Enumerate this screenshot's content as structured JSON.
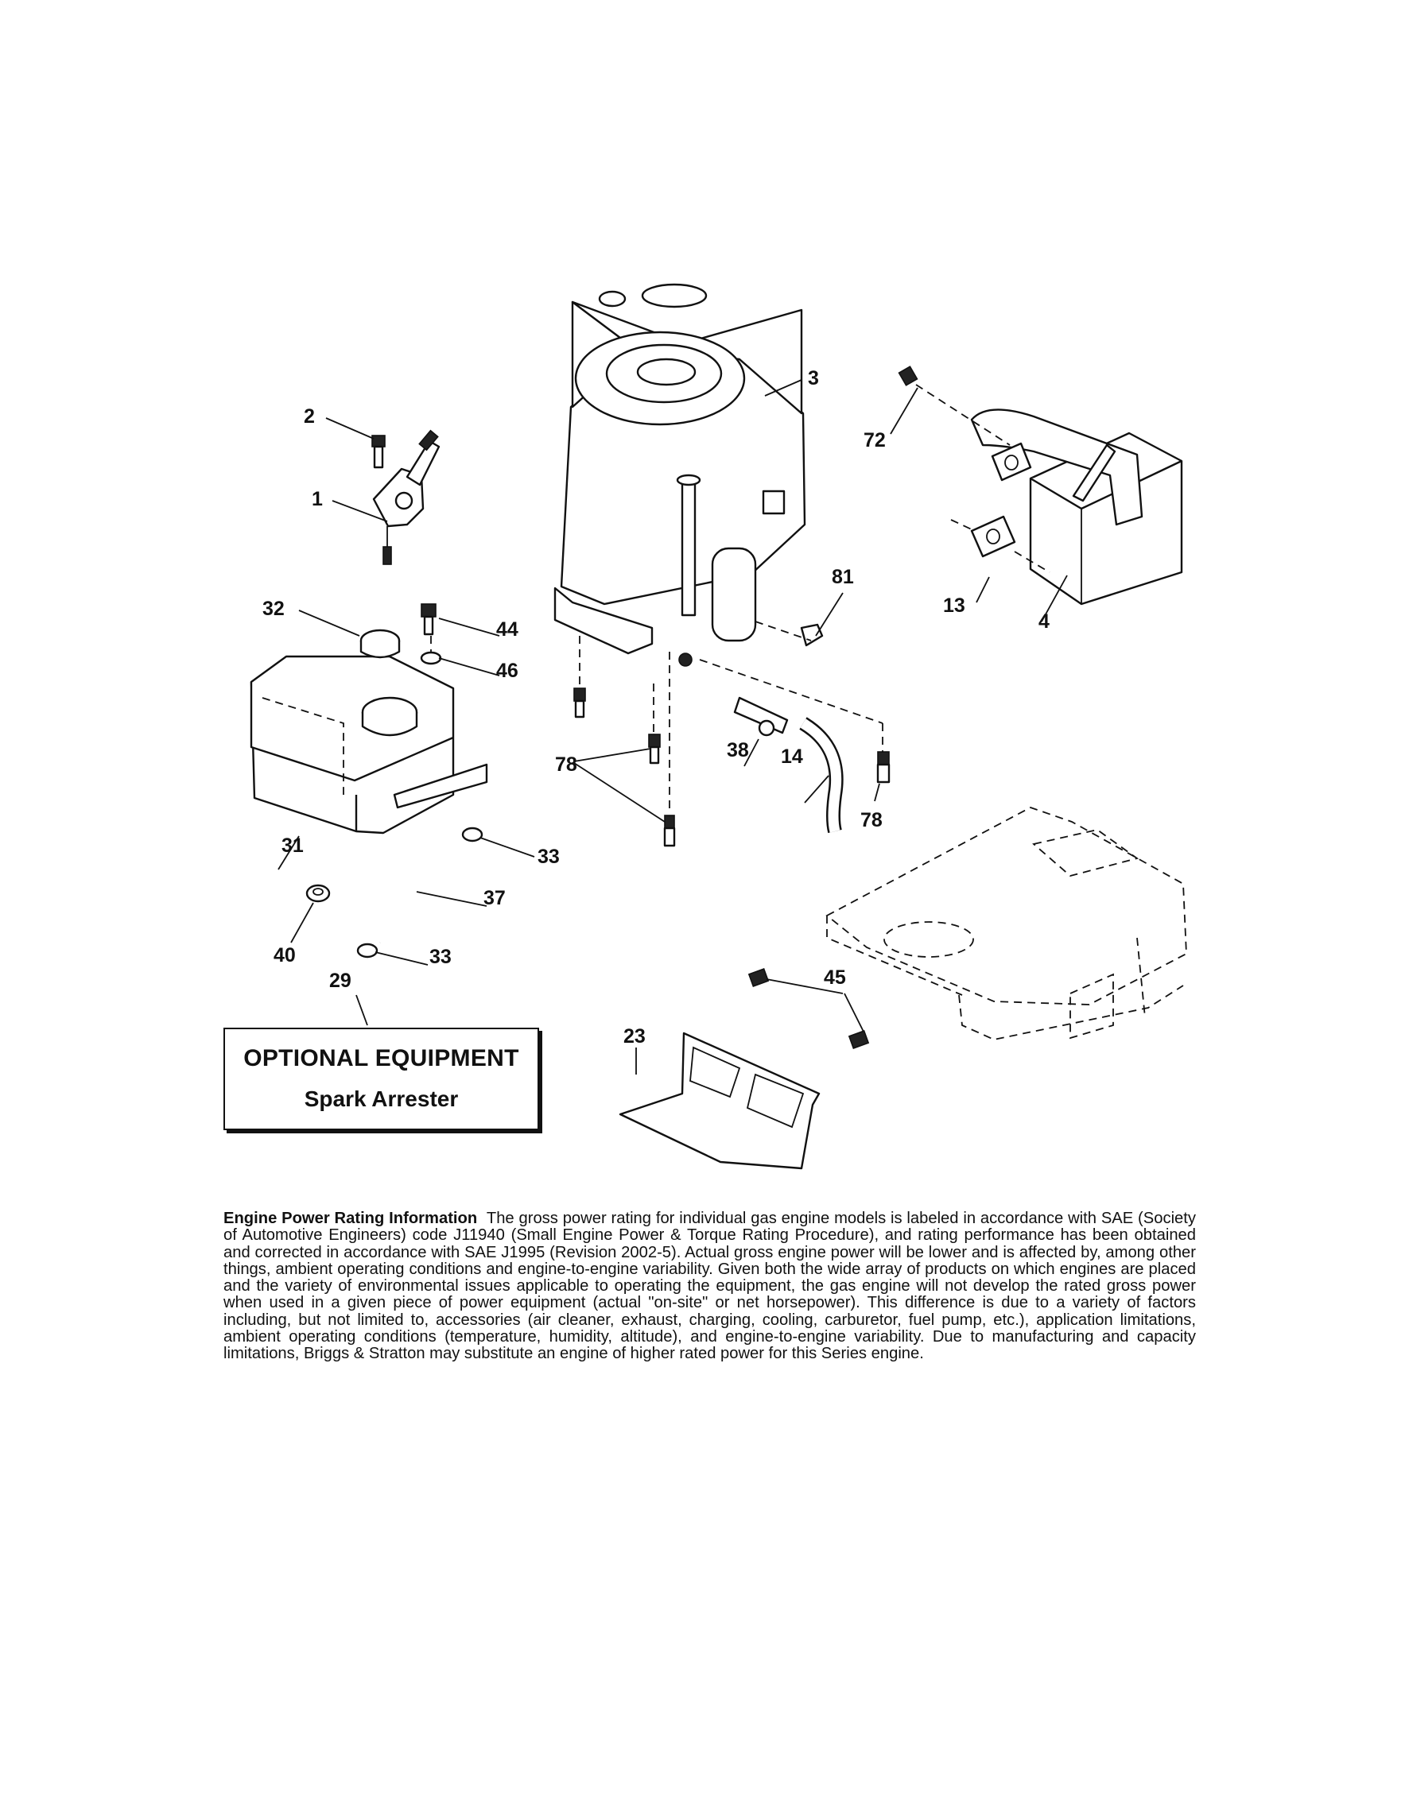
{
  "callouts": {
    "c1": "1",
    "c2": "2",
    "c3": "3",
    "c4": "4",
    "c13": "13",
    "c14": "14",
    "c23": "23",
    "c29": "29",
    "c31": "31",
    "c32": "32",
    "c33a": "33",
    "c33b": "33",
    "c37": "37",
    "c38": "38",
    "c40": "40",
    "c44": "44",
    "c45": "45",
    "c46": "46",
    "c72": "72",
    "c78a": "78",
    "c78b": "78",
    "c81": "81"
  },
  "optional_box": {
    "title": "OPTIONAL EQUIPMENT",
    "subtitle": "Spark Arrester"
  },
  "power_info": {
    "heading": "Engine Power Rating Information",
    "body": "The gross power rating for individual gas engine models is labeled in accordance with SAE (Society of Automotive Engineers) code J11940 (Small Engine Power & Torque Rating Procedure), and rating performance has been obtained and corrected in accordance with SAE J1995 (Revision 2002-5). Actual gross engine power will be lower and is affected by, among other things, ambient operating conditions and engine-to-engine variability. Given both the wide array of products on which engines are placed and the variety of environmental issues applicable to operating the equipment, the gas engine will not develop the rated gross power when used in a given piece of power equipment (actual \"on-site\" or net horsepower). This difference is due to a variety of factors including, but not limited to, accessories (air cleaner, exhaust, charging, cooling, carburetor, fuel pump, etc.), application limitations, ambient operating conditions (temperature, humidity, altitude), and engine-to-engine variability. Due to manufacturing and capacity limitations, Briggs & Stratton may substitute an engine of higher rated power for this Series engine."
  }
}
